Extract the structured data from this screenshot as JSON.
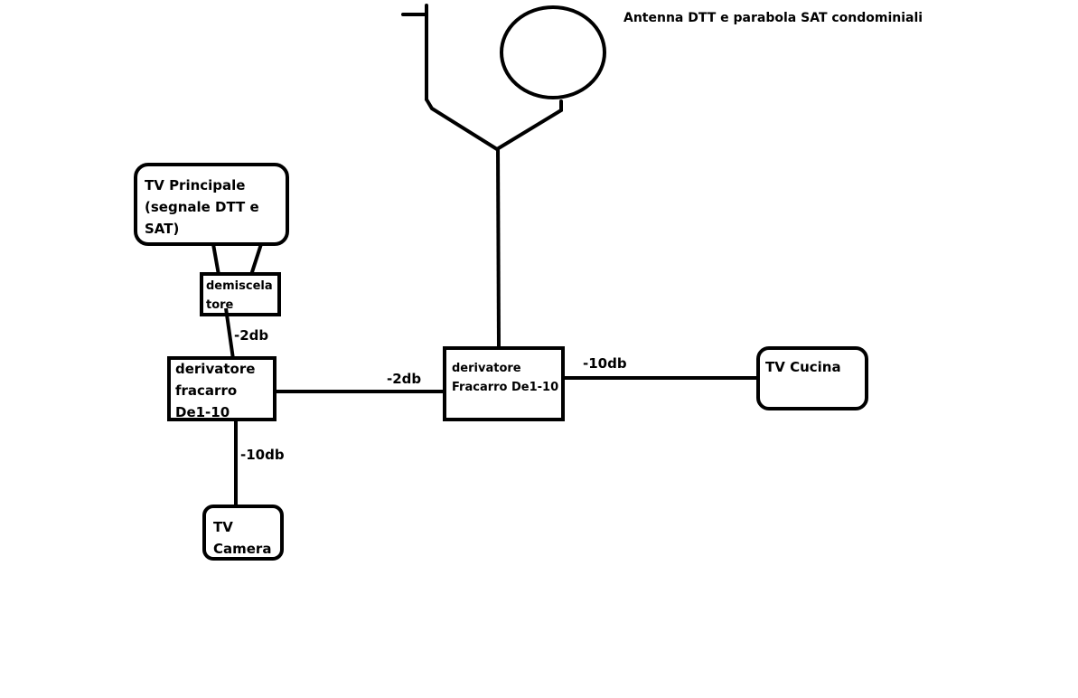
{
  "title": "Antenna DTT e parabola SAT condominiali",
  "nodes": {
    "tv_principale": [
      "TV Principale",
      "(segnale DTT e",
      "SAT)"
    ],
    "demiscelatore": [
      "demiscela",
      "tore"
    ],
    "derivatore_left": [
      "derivatore",
      "fracarro",
      "De1-10"
    ],
    "derivatore_right": [
      "derivatore",
      "Fracarro De1-10"
    ],
    "tv_cucina": [
      "TV Cucina"
    ],
    "tv_camera": [
      "TV",
      "Camera"
    ]
  },
  "edge_labels": {
    "demiscelatore_to_derivatore": "-2db",
    "derivatore_left_to_right": "-2db",
    "derivatore_right_to_cucina": "-10db",
    "derivatore_left_to_camera": "-10db"
  },
  "colors": {
    "stroke": "#000000",
    "background": "#ffffff"
  }
}
